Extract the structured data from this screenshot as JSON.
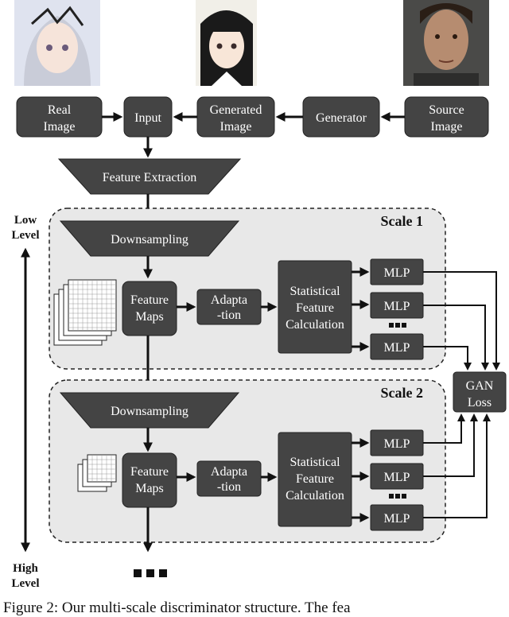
{
  "boxes": {
    "real_image": [
      "Real",
      "Image"
    ],
    "input": "Input",
    "generated_image": [
      "Generated",
      "Image"
    ],
    "generator": "Generator",
    "source_image": [
      "Source",
      "Image"
    ],
    "feature_extraction": "Feature Extraction",
    "downsampling": "Downsampling",
    "feature_maps": [
      "Feature",
      "Maps"
    ],
    "adaptation": [
      "Adapta",
      "-tion"
    ],
    "statistical": [
      "Statistical",
      "Feature",
      "Calculation"
    ],
    "mlp": "MLP",
    "gan_loss": [
      "GAN",
      "Loss"
    ]
  },
  "scales": [
    "Scale 1",
    "Scale 2"
  ],
  "level_axis": {
    "top": [
      "Low",
      "Level"
    ],
    "bottom": [
      "High",
      "Level"
    ]
  },
  "caption": "Figure 2: Our multi-scale discriminator structure. The fea",
  "colors": {
    "box_fill": "#444444",
    "panel_fill": "#e8e8e8",
    "panel_border": "#222222"
  }
}
